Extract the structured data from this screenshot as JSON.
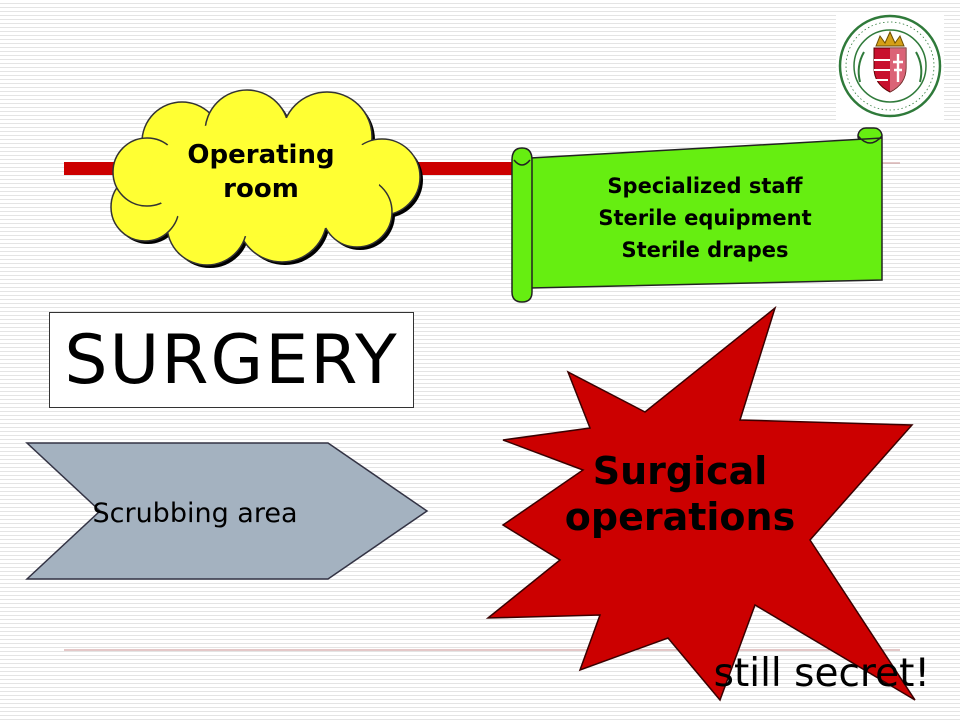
{
  "slide": {
    "cloud": {
      "line1": "Operating",
      "line2": "room"
    },
    "scroll": {
      "line1": "Specialized staff",
      "line2": "Sterile equipment",
      "line3": "Sterile drapes"
    },
    "title": "SURGERY",
    "arrow_label": "Scrubbing area",
    "star": {
      "line1": "Surgical",
      "line2": "operations"
    },
    "footer_note": "still secret!"
  },
  "colors": {
    "cloud_fill": "#ffff33",
    "scroll_fill": "#66ee11",
    "bar": "#cc0000",
    "star_fill": "#cc0000",
    "arrow_fill": "#a4b2c0"
  },
  "logo": {
    "icon": "university-seal-icon"
  }
}
